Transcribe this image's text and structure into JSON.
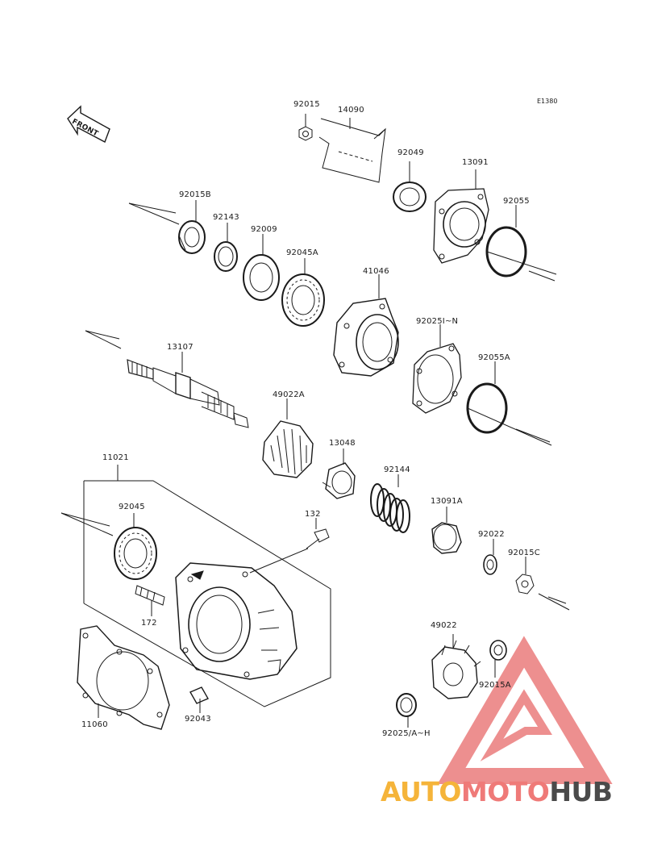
{
  "diagram": {
    "code": "E1380",
    "front_label": "FRONT",
    "labels": {
      "p92015": "92015",
      "p14090": "14090",
      "p92049": "92049",
      "p13091": "13091",
      "p92015B": "92015B",
      "p92143": "92143",
      "p92009": "92009",
      "p92045A": "92045A",
      "p92055": "92055",
      "p41046": "41046",
      "p92025IN": "92025I~N",
      "p13107": "13107",
      "p92055A": "92055A",
      "p49022A": "49022A",
      "p13048": "13048",
      "p11021": "11021",
      "p92144": "92144",
      "p92045": "92045",
      "p132": "132",
      "p13091A": "13091A",
      "p92022": "92022",
      "p92015C": "92015C",
      "p172": "172",
      "p49022": "49022",
      "p92015A": "92015A",
      "p92043": "92043",
      "p11060": "11060",
      "p92025AH": "92025/A~H"
    }
  },
  "watermark": {
    "part1": "AUTO",
    "part2": "MOTO",
    "part3": "HUB",
    "colors": {
      "auto": "#f5b43a",
      "moto": "#ef7a78",
      "hub": "#4a4a4a",
      "logo": "#e86a6a"
    }
  }
}
